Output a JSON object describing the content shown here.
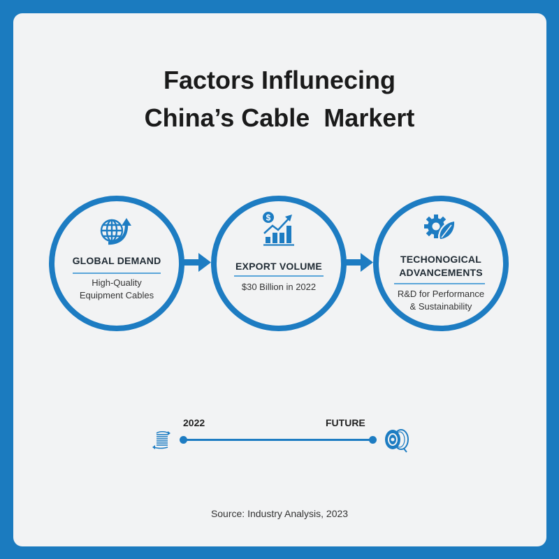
{
  "title": {
    "line1": "Factors Influnecing",
    "line2": "China’s Cable  Markert"
  },
  "factors": [
    {
      "icon": "globe-growth-arrow-icon",
      "heading": "GLOBAL DEMAND",
      "heading2": "",
      "sub1": "High-Quality",
      "sub2": "Equipment Cables"
    },
    {
      "icon": "dollar-bar-chart-growth-icon",
      "heading": "EXPORT VOLUME",
      "heading2": "",
      "sub1": "$30 Billion in 2022",
      "sub2": ""
    },
    {
      "icon": "gear-leaf-icon",
      "heading": "TECHONOGICAL",
      "heading2": "ADVANCEMENTS",
      "sub1": "R&D for Performance",
      "sub2": "& Sustainability"
    }
  ],
  "timeline": {
    "start_label": "2022",
    "end_label": "FUTURE",
    "start_icon": "cable-coil-icon",
    "end_icon": "cable-reel-icon"
  },
  "source": "Source: Industry Analysis, 2023",
  "colors": {
    "accent": "#1d7cc2",
    "frame": "#1b7bbf",
    "background": "#f2f3f4",
    "rule": "#5aa5d9"
  }
}
